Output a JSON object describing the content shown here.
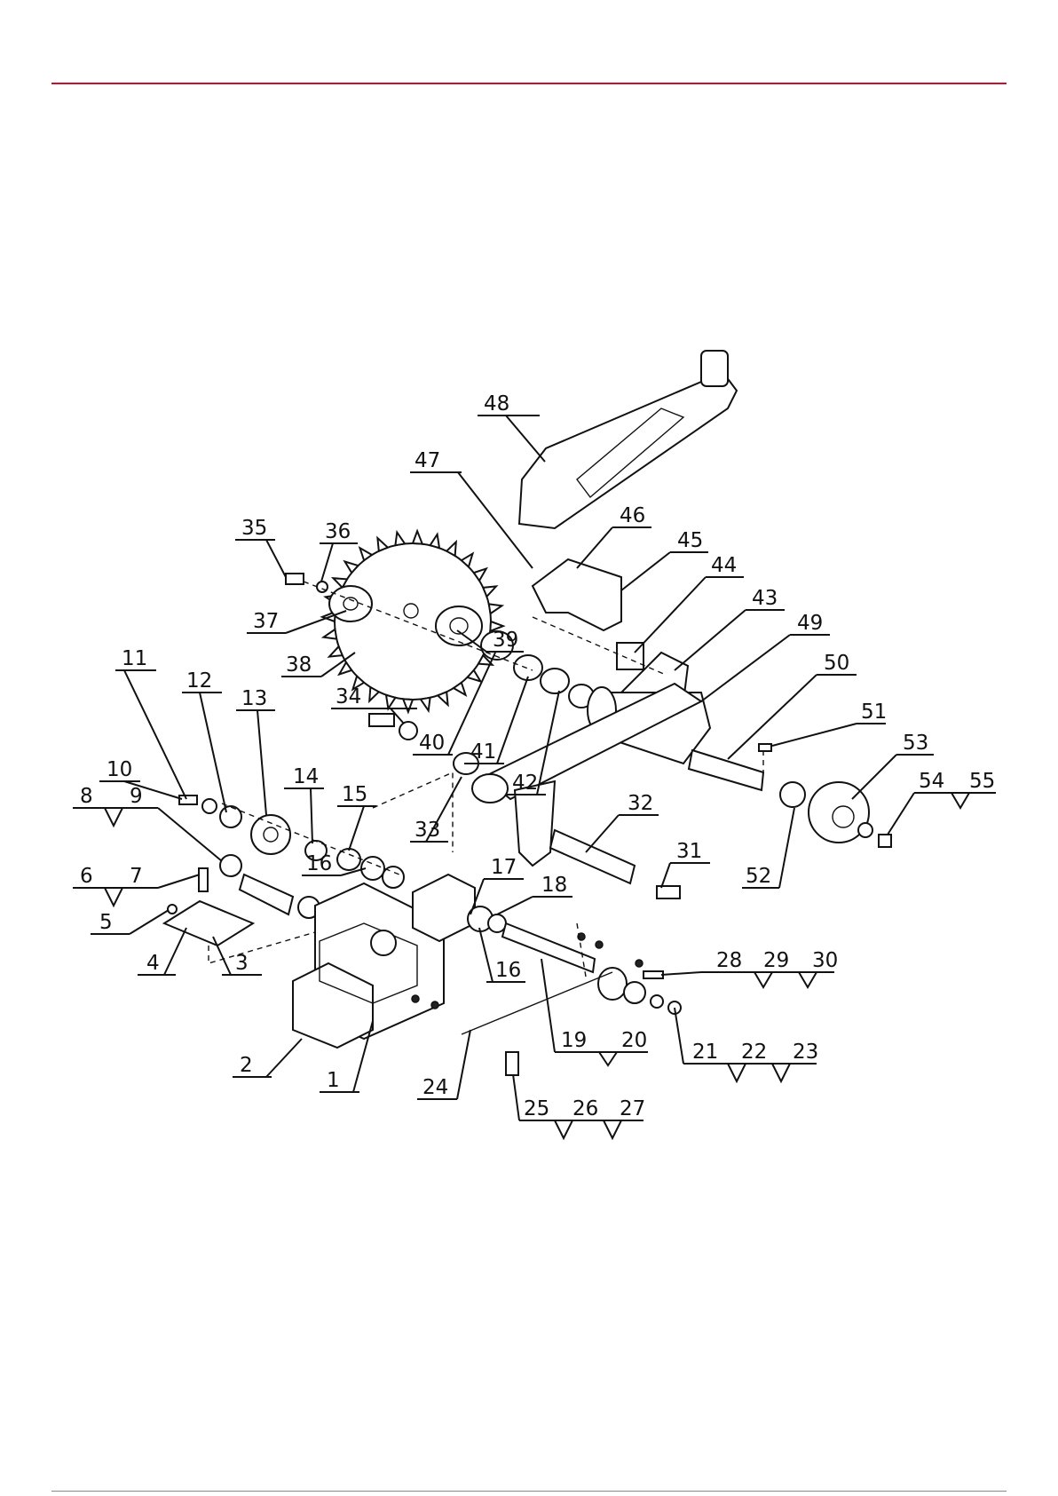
{
  "colors": {
    "header_rule": "#c8102e",
    "footer_rule": "#888888",
    "ink": "#111111"
  },
  "callouts": [
    "1",
    "2",
    "3",
    "4",
    "5",
    "6",
    "7",
    "8",
    "9",
    "10",
    "11",
    "12",
    "13",
    "14",
    "15",
    "16",
    "16",
    "17",
    "18",
    "19",
    "20",
    "21",
    "22",
    "23",
    "24",
    "25",
    "26",
    "27",
    "28",
    "29",
    "30",
    "31",
    "32",
    "33",
    "34",
    "35",
    "36",
    "37",
    "38",
    "39",
    "40",
    "41",
    "42",
    "43",
    "44",
    "45",
    "46",
    "47",
    "48",
    "49",
    "50",
    "51",
    "52",
    "53",
    "54",
    "55"
  ]
}
